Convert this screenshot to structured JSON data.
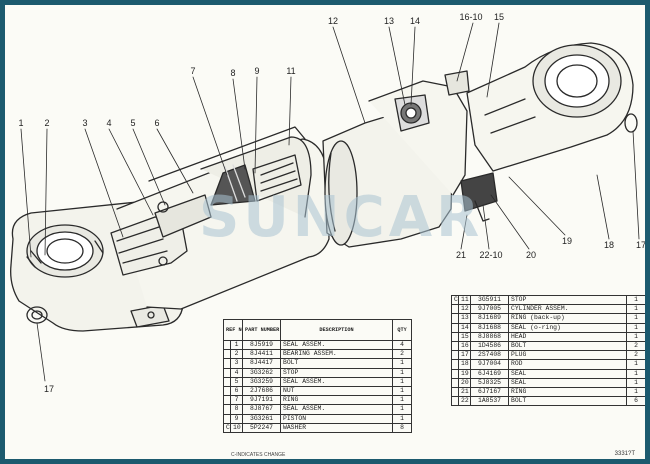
{
  "watermark": "SUNCAR",
  "drawing_code": "3331?T",
  "footnote": "C-INDICATES CHANGE",
  "callouts": [
    {
      "key": "1",
      "text": "1"
    },
    {
      "key": "2",
      "text": "2"
    },
    {
      "key": "3",
      "text": "3"
    },
    {
      "key": "4",
      "text": "4"
    },
    {
      "key": "5",
      "text": "5"
    },
    {
      "key": "6",
      "text": "6"
    },
    {
      "key": "7",
      "text": "7"
    },
    {
      "key": "8",
      "text": "8"
    },
    {
      "key": "9",
      "text": "9"
    },
    {
      "key": "11",
      "text": "11"
    },
    {
      "key": "12",
      "text": "12"
    },
    {
      "key": "13",
      "text": "13"
    },
    {
      "key": "14",
      "text": "14"
    },
    {
      "key": "16-10",
      "text": "16-10"
    },
    {
      "key": "15",
      "text": "15"
    },
    {
      "key": "17a",
      "text": "17"
    },
    {
      "key": "17b",
      "text": "17"
    },
    {
      "key": "18",
      "text": "18"
    },
    {
      "key": "19",
      "text": "19"
    },
    {
      "key": "20",
      "text": "20"
    },
    {
      "key": "21",
      "text": "21"
    },
    {
      "key": "22-10",
      "text": "22-10"
    }
  ],
  "table_left": {
    "headers": [
      "REF NO.",
      "PART NUMBER",
      "DESCRIPTION",
      "QTY"
    ],
    "rows": [
      {
        "mark": "",
        "ref": "1",
        "part": "8J5919",
        "desc": "SEAL ASSEM.",
        "qty": "4"
      },
      {
        "mark": "",
        "ref": "2",
        "part": "8J4411",
        "desc": "BEARING ASSEM.",
        "qty": "2"
      },
      {
        "mark": "",
        "ref": "3",
        "part": "8J4417",
        "desc": "BOLT",
        "qty": "1"
      },
      {
        "mark": "",
        "ref": "4",
        "part": "3G3262",
        "desc": "STOP",
        "qty": "1"
      },
      {
        "mark": "",
        "ref": "5",
        "part": "3G3259",
        "desc": "SEAL ASSEM.",
        "qty": "1"
      },
      {
        "mark": "",
        "ref": "6",
        "part": "2J7686",
        "desc": "NUT",
        "qty": "1"
      },
      {
        "mark": "",
        "ref": "7",
        "part": "9J7191",
        "desc": "RING",
        "qty": "1"
      },
      {
        "mark": "",
        "ref": "8",
        "part": "8J8767",
        "desc": "SEAL ASSEM.",
        "qty": "1"
      },
      {
        "mark": "",
        "ref": "9",
        "part": "3G3261",
        "desc": "PISTON",
        "qty": "1"
      },
      {
        "mark": "C",
        "ref": "10",
        "part": "5P2247",
        "desc": "WASHER",
        "qty": "8"
      }
    ]
  },
  "table_right": {
    "rows": [
      {
        "mark": "C",
        "ref": "11",
        "part": "3G5911",
        "desc": "STOP",
        "qty": "1"
      },
      {
        "mark": "",
        "ref": "12",
        "part": "9J7005",
        "desc": "CYLINDER ASSEM.",
        "qty": "1"
      },
      {
        "mark": "",
        "ref": "13",
        "part": "8J1689",
        "desc": "RING (back-up)",
        "qty": "1"
      },
      {
        "mark": "",
        "ref": "14",
        "part": "8J1688",
        "desc": "SEAL (o-ring)",
        "qty": "1"
      },
      {
        "mark": "",
        "ref": "15",
        "part": "8J8868",
        "desc": "HEAD",
        "qty": "1"
      },
      {
        "mark": "",
        "ref": "16",
        "part": "1D4586",
        "desc": "BOLT",
        "qty": "2"
      },
      {
        "mark": "",
        "ref": "17",
        "part": "2S7408",
        "desc": "PLUG",
        "qty": "2"
      },
      {
        "mark": "",
        "ref": "18",
        "part": "9J7004",
        "desc": "ROD",
        "qty": "1"
      },
      {
        "mark": "",
        "ref": "19",
        "part": "6J4169",
        "desc": "SEAL",
        "qty": "1"
      },
      {
        "mark": "",
        "ref": "20",
        "part": "5J8325",
        "desc": "SEAL",
        "qty": "1"
      },
      {
        "mark": "",
        "ref": "21",
        "part": "6J7167",
        "desc": "RING",
        "qty": "1"
      },
      {
        "mark": "",
        "ref": "22",
        "part": "1A8537",
        "desc": "BOLT",
        "qty": "6"
      }
    ]
  }
}
